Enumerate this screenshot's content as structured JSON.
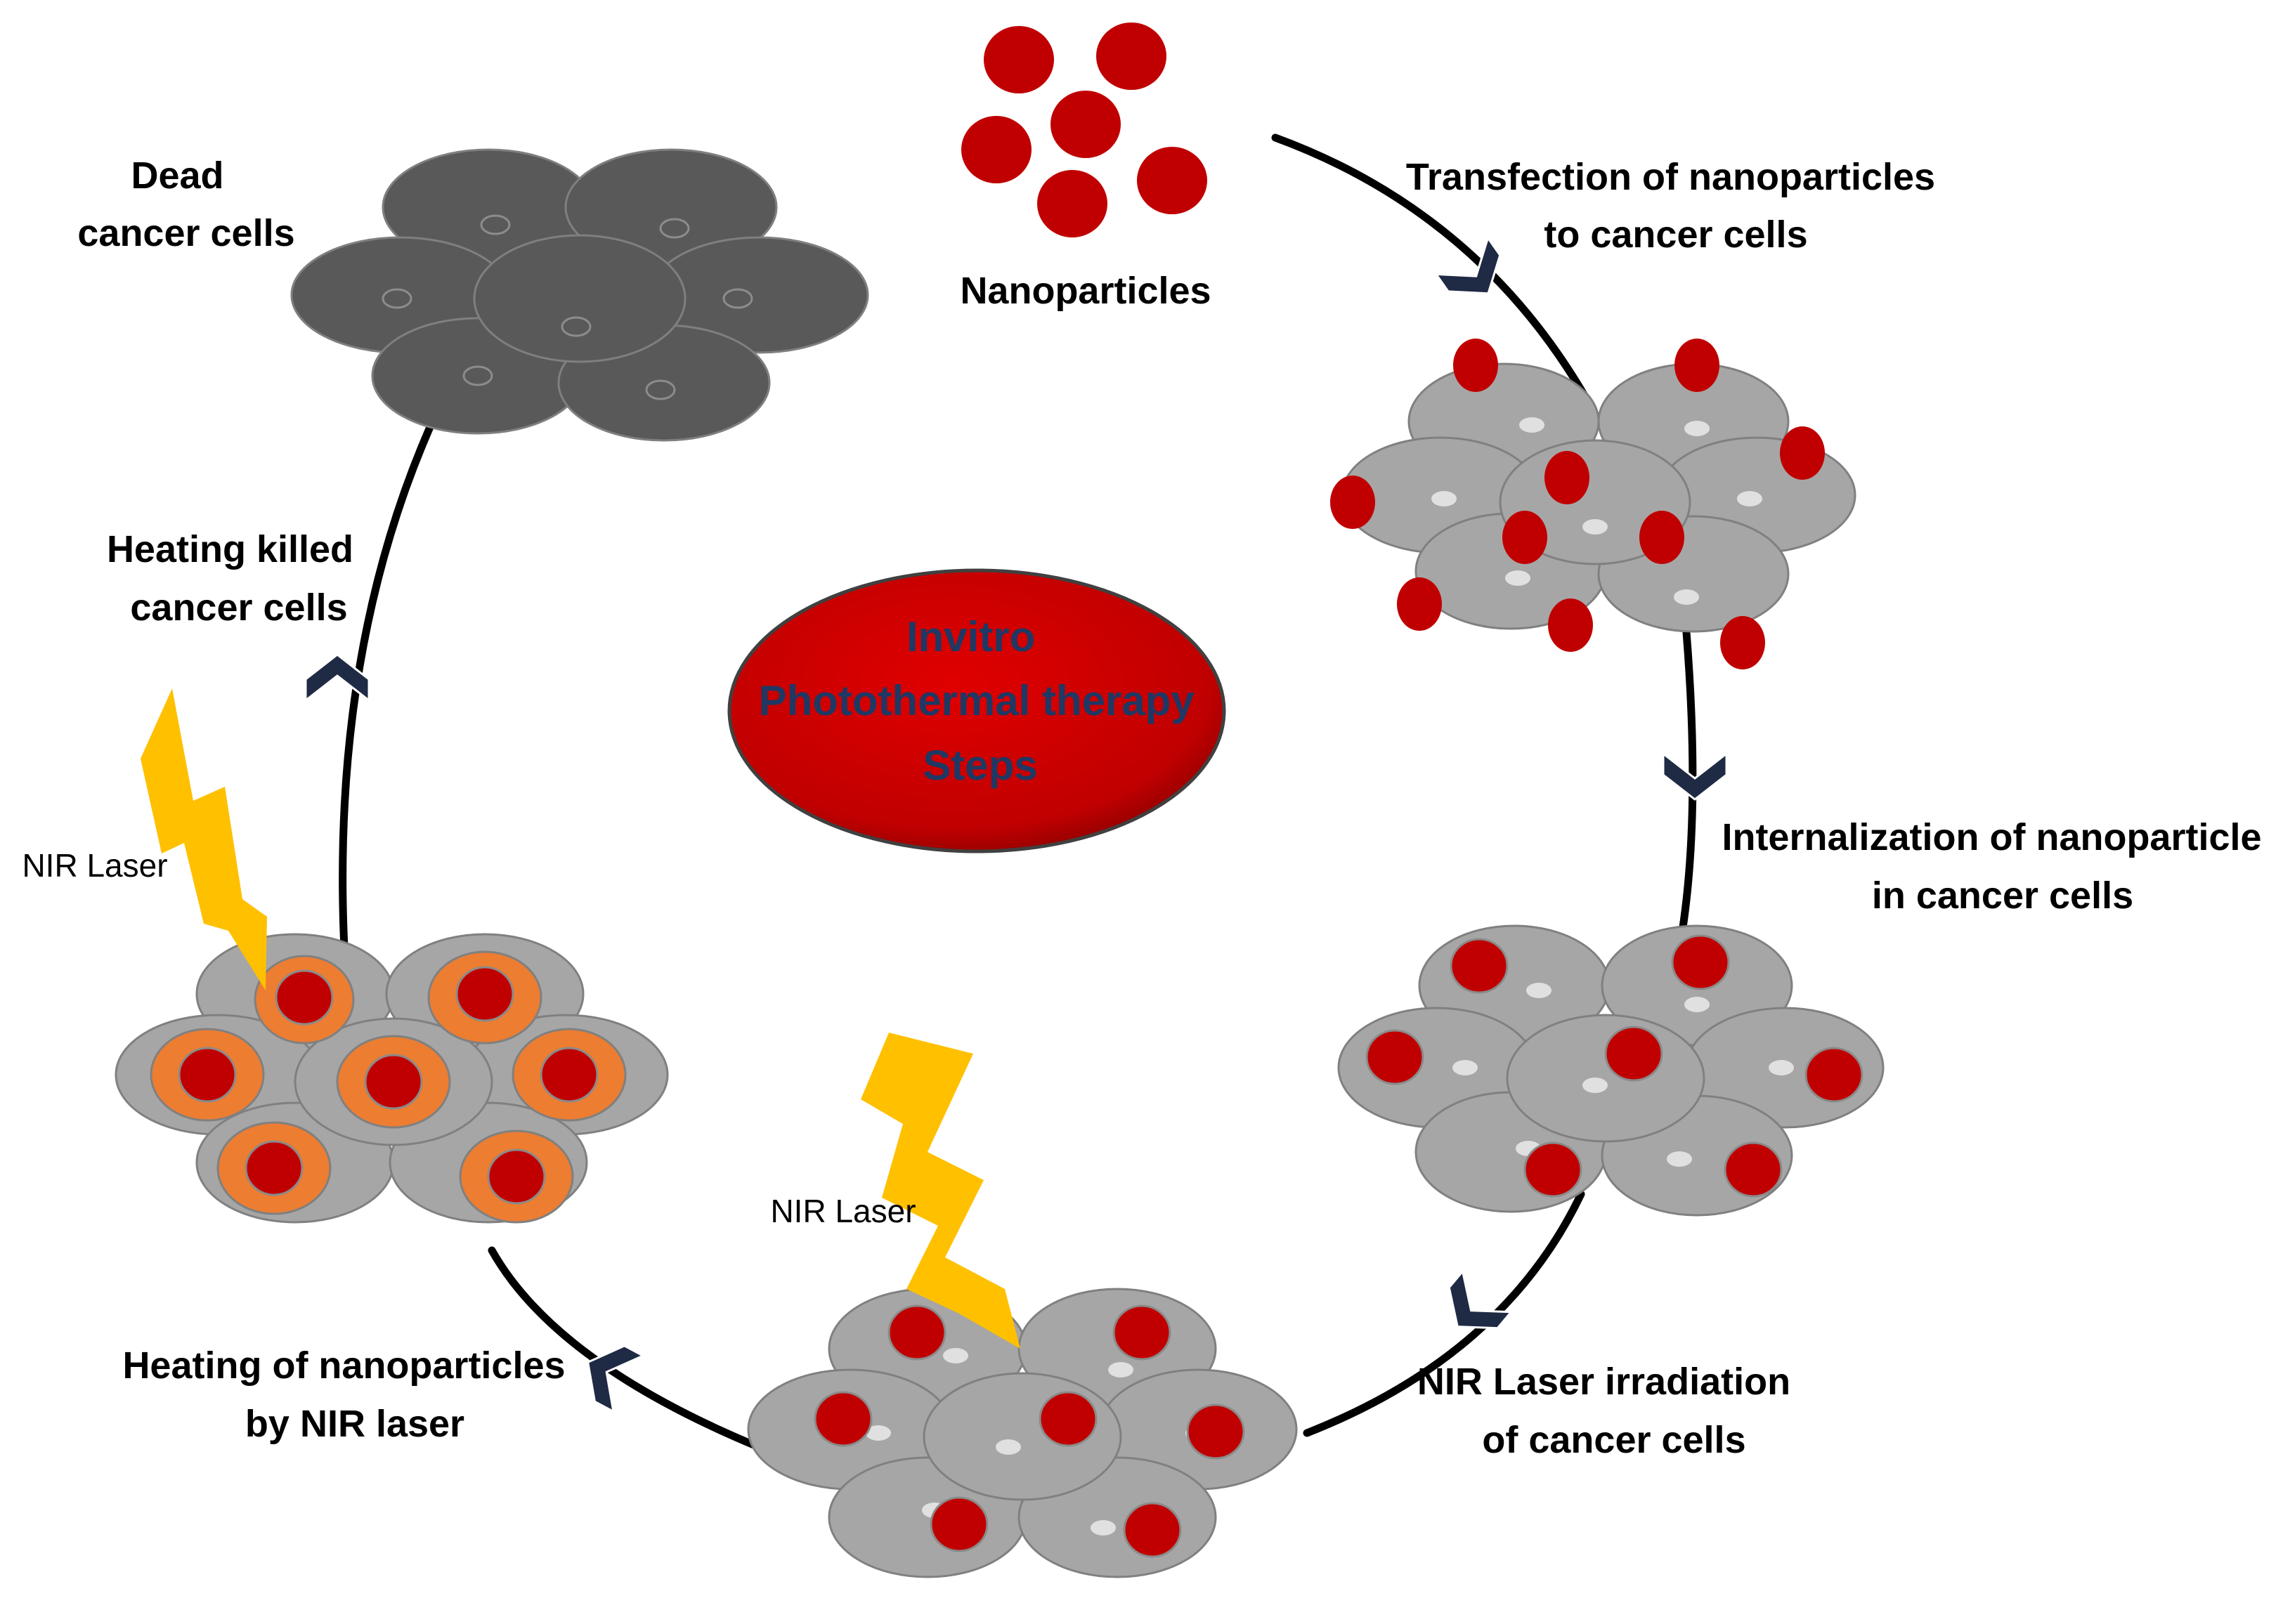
{
  "title": {
    "lines": [
      "Invitro",
      "Photothermal therapy",
      "Steps"
    ]
  },
  "labels": {
    "nanoparticles": "Nanoparticles",
    "transfection": [
      "Transfection of nanoparticles",
      "to cancer cells"
    ],
    "internalization": [
      "Internalization of nanoparticle",
      "in cancer cells"
    ],
    "irradiation": [
      "NIR Laser irradiation",
      "of cancer cells"
    ],
    "heating": [
      "Heating of nanoparticles",
      "by NIR laser"
    ],
    "killed": [
      "Heating killed",
      "cancer cells"
    ],
    "dead": [
      "Dead",
      "cancer cells"
    ],
    "laser_bottom": "NIR Laser",
    "laser_left": "NIR Laser"
  },
  "colors": {
    "nanoparticle": "#c00000",
    "cell_gray": "#a6a6a6",
    "cell_dead": "#595959",
    "heated_ring": "#ed7d31",
    "laser": "#ffc000",
    "arrow": "#1f2a44",
    "title_ellipse": "#c00000",
    "title_text": "#1f3864"
  }
}
